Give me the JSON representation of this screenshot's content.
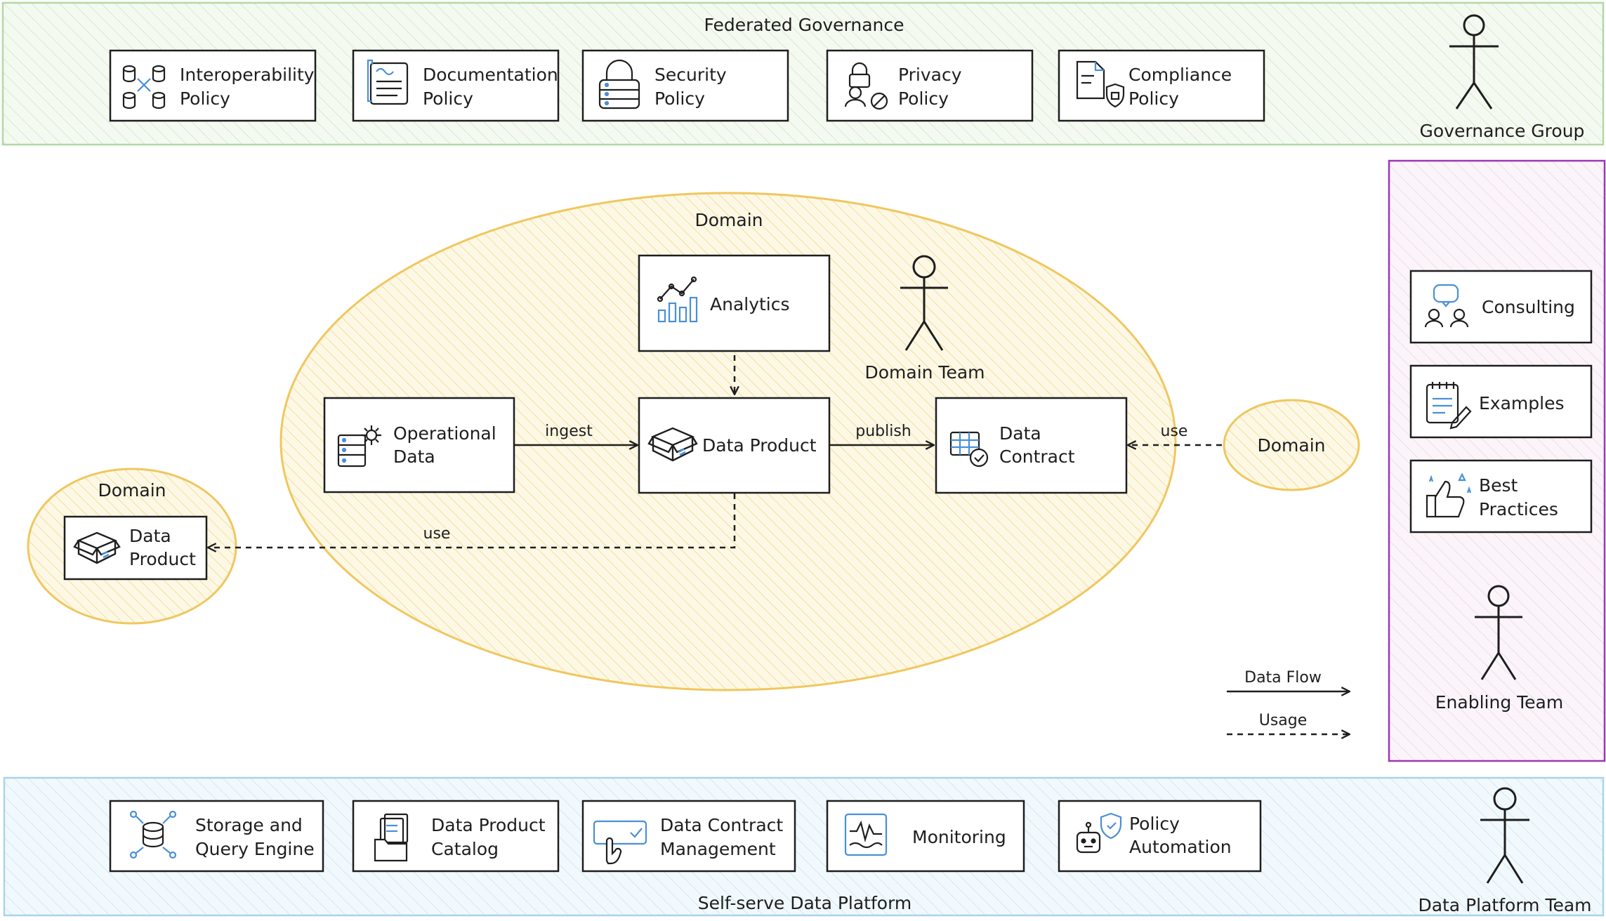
{
  "colors": {
    "governance_fill": "#eef7ea",
    "governance_stroke": "#b2d8a3",
    "platform_fill": "#eaf5fb",
    "platform_stroke": "#a9d4ea",
    "enabling_fill": "#f7eff6",
    "enabling_stroke": "#9c36b5",
    "domain_fill": "#fbf1cf",
    "domain_stroke": "#f0c75e",
    "icon_blue": "#4a8fd8",
    "ink": "#1e1e1e"
  },
  "governance": {
    "title": "Federated Governance",
    "actor": "Governance Group",
    "policies": [
      {
        "line1": "Interoperability",
        "line2": "Policy",
        "icon": "database-link-icon"
      },
      {
        "line1": "Documentation",
        "line2": "Policy",
        "icon": "document-icon"
      },
      {
        "line1": "Security",
        "line2": "Policy",
        "icon": "lock-icon"
      },
      {
        "line1": "Privacy",
        "line2": "Policy",
        "icon": "privacy-user-icon"
      },
      {
        "line1": "Compliance",
        "line2": "Policy",
        "icon": "compliance-shield-icon"
      }
    ]
  },
  "domain_main": {
    "label": "Domain",
    "team": "Domain Team",
    "analytics": "Analytics",
    "operational_line1": "Operational",
    "operational_line2": "Data",
    "data_product": "Data Product",
    "contract_line1": "Data",
    "contract_line2": "Contract",
    "edge_ingest": "ingest",
    "edge_publish": "publish",
    "edge_use_left": "use"
  },
  "domain_left": {
    "label": "Domain",
    "product_line1": "Data",
    "product_line2": "Product"
  },
  "domain_right": {
    "label": "Domain",
    "edge_use": "use"
  },
  "enabling": {
    "actor": "Enabling Team",
    "items": [
      {
        "line1": "Consulting",
        "line2": "",
        "icon": "consulting-icon"
      },
      {
        "line1": "Examples",
        "line2": "",
        "icon": "notepad-icon"
      },
      {
        "line1": "Best",
        "line2": "Practices",
        "icon": "thumbs-up-icon"
      }
    ]
  },
  "legend": {
    "data_flow": "Data Flow",
    "usage": "Usage"
  },
  "platform": {
    "title": "Self-serve Data Platform",
    "actor": "Data Platform Team",
    "services": [
      {
        "line1": "Storage and",
        "line2": "Query Engine",
        "icon": "storage-engine-icon"
      },
      {
        "line1": "Data Product",
        "line2": "Catalog",
        "icon": "catalog-folder-icon"
      },
      {
        "line1": "Data Contract",
        "line2": "Management",
        "icon": "contract-management-icon"
      },
      {
        "line1": "Monitoring",
        "line2": "",
        "icon": "monitoring-icon"
      },
      {
        "line1": "Policy",
        "line2": "Automation",
        "icon": "robot-shield-icon"
      }
    ]
  }
}
